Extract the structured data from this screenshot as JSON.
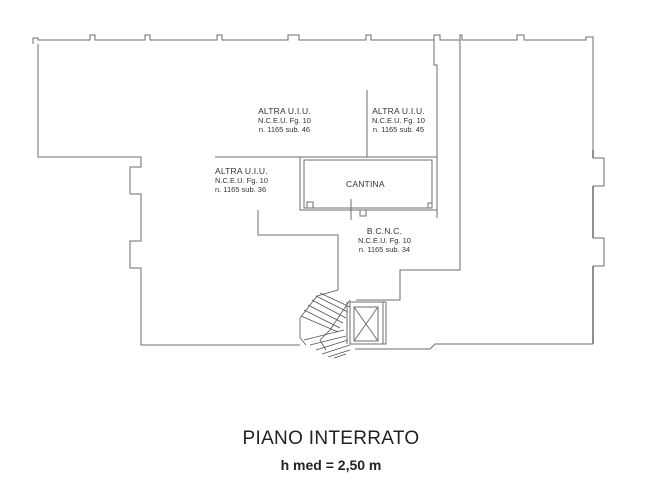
{
  "drawing": {
    "title": "PIANO INTERRATO",
    "subtitle": "h med = 2,50 m",
    "line_color": "#6e6e6e",
    "line_color_dark": "#222222"
  },
  "rooms": [
    {
      "id": "altra-uiu-46",
      "name": "ALTRA U.I.U.",
      "cadastre": "N.C.E.U. Fg. 10",
      "parcel": "n. 1165 sub. 46"
    },
    {
      "id": "altra-uiu-45",
      "name": "ALTRA U.I.U.",
      "cadastre": "N.C.E.U. Fg. 10",
      "parcel": "n. 1165 sub. 45"
    },
    {
      "id": "altra-uiu-36",
      "name": "ALTRA U.I.U.",
      "cadastre": "N.C.E.U. Fg. 10",
      "parcel": "n. 1165 sub. 36"
    },
    {
      "id": "cantina",
      "name": "CANTINA"
    },
    {
      "id": "bcnc",
      "name": "B.C.N.C.",
      "cadastre": "N.C.E.U. Fg. 10",
      "parcel": "n. 1165 sub. 34"
    }
  ]
}
